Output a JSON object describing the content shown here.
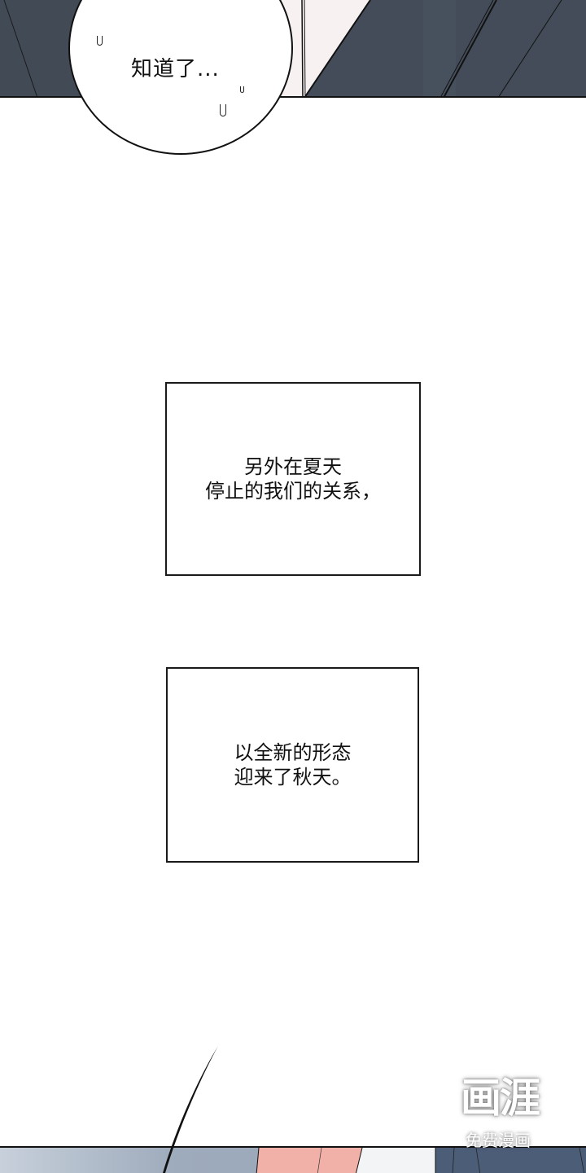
{
  "panels": {
    "top": {
      "speech_bubble": {
        "text": "知道了..."
      },
      "colors": {
        "jacket": "#414a55",
        "shirt": "#f7f1f1",
        "outline": "#111111"
      }
    },
    "narration_1": {
      "lines": [
        "另外在夏天",
        "停止的我们的关系，"
      ]
    },
    "narration_2": {
      "lines": [
        "以全新的形态",
        "迎来了秋天。"
      ]
    },
    "bottom": {
      "colors": {
        "sky": "#9aa7b8",
        "skin": "#f1b1a8",
        "white": "#f3f4f6",
        "jacket": "#4c5d78"
      }
    }
  },
  "watermark": {
    "logo": "画涯",
    "subtitle": "免费漫画"
  }
}
